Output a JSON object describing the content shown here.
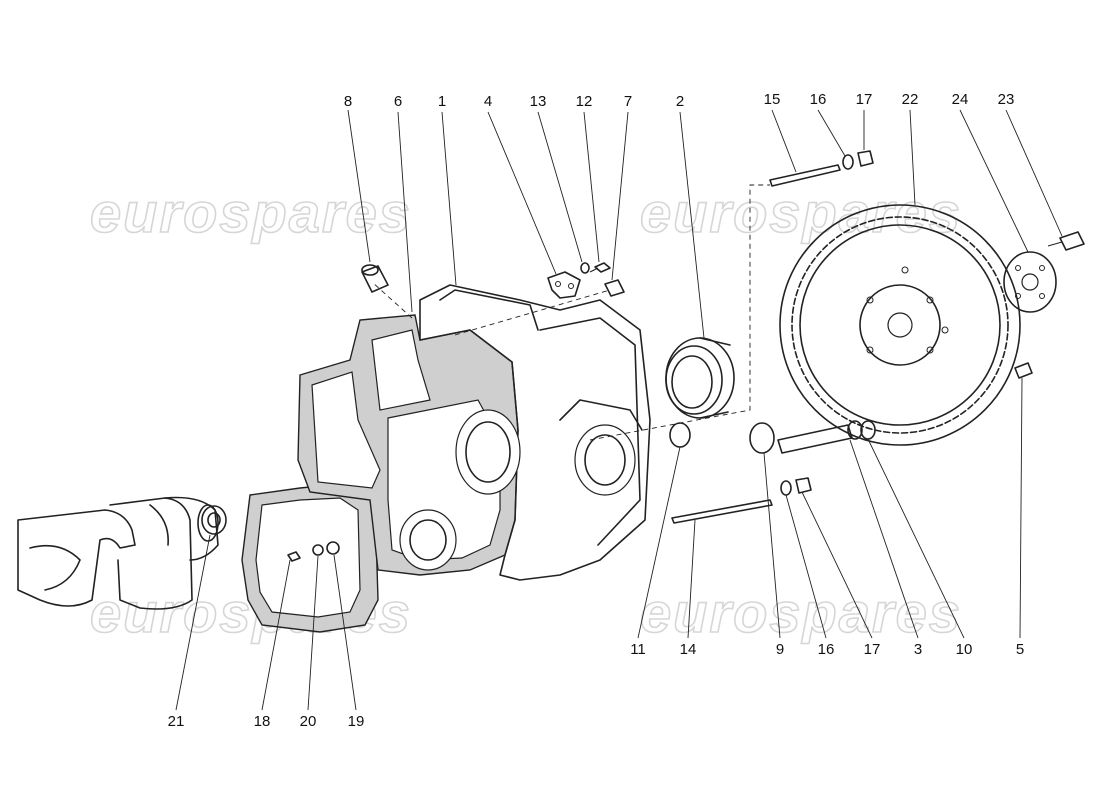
{
  "watermark": "eurospares",
  "labels": [
    {
      "id": "8"
    },
    {
      "id": "6"
    },
    {
      "id": "1"
    },
    {
      "id": "4"
    },
    {
      "id": "13"
    },
    {
      "id": "12"
    },
    {
      "id": "7"
    },
    {
      "id": "2"
    },
    {
      "id": "15"
    },
    {
      "id": "16"
    },
    {
      "id": "17"
    },
    {
      "id": "22"
    },
    {
      "id": "24"
    },
    {
      "id": "23"
    },
    {
      "id": "11"
    },
    {
      "id": "14"
    },
    {
      "id": "9"
    },
    {
      "id": "16"
    },
    {
      "id": "17"
    },
    {
      "id": "3"
    },
    {
      "id": "10"
    },
    {
      "id": "5"
    },
    {
      "id": "21"
    },
    {
      "id": "18"
    },
    {
      "id": "20"
    },
    {
      "id": "19"
    }
  ]
}
